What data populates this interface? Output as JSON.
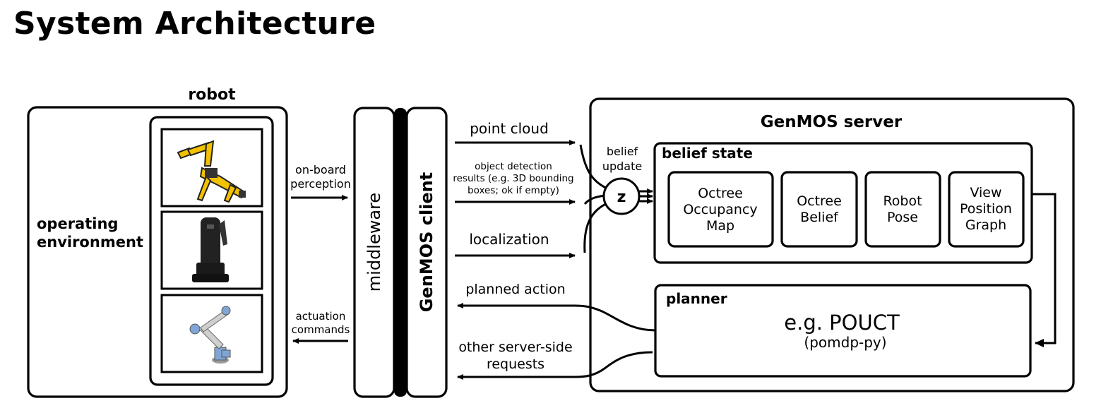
{
  "title": "System Architecture",
  "robot": {
    "label": "robot",
    "env_line1": "operating",
    "env_line2": "environment",
    "images": [
      "quadruped-robot-with-arm-image",
      "mobile-manipulator-robot-image",
      "robot-arm-image"
    ]
  },
  "middleware": "middleware",
  "client": "GenMOS client",
  "left_arrows": {
    "perception_line1": "on-board",
    "perception_line2": "perception",
    "actuation_line1": "actuation",
    "actuation_line2": "commands"
  },
  "right_arrows": {
    "point_cloud": "point cloud",
    "detection_line1": "object detection",
    "detection_line2": "results (e.g. 3D bounding",
    "detection_line3": "boxes; ok if empty)",
    "localization": "localization",
    "planned_action": "planned action",
    "other_line1": "other server-side",
    "other_line2": "requests"
  },
  "server": {
    "title": "GenMOS server",
    "belief_update_line1": "belief",
    "belief_update_line2": "update",
    "z_symbol": "z",
    "belief_state": {
      "title": "belief state",
      "items": [
        {
          "lines": [
            "Octree",
            "Occupancy",
            "Map"
          ]
        },
        {
          "lines": [
            "Octree",
            "Belief"
          ]
        },
        {
          "lines": [
            "Robot",
            "Pose"
          ]
        },
        {
          "lines": [
            "View",
            "Position",
            "Graph"
          ]
        }
      ]
    },
    "planner": {
      "title": "planner",
      "main": "e.g. POUCT",
      "sub": "(pomdp-py)"
    }
  }
}
